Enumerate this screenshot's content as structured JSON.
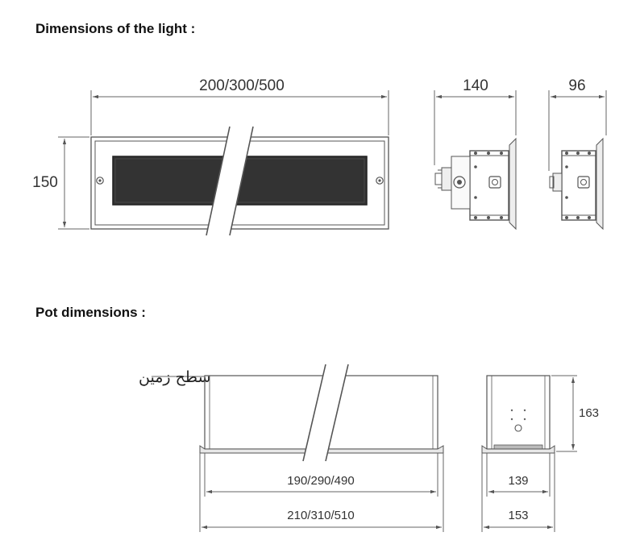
{
  "headings": {
    "light": "Dimensions of the light :",
    "pot": "Pot dimensions :"
  },
  "light": {
    "front_length": "200/300/500",
    "front_height": "150",
    "side_depth_a": "140",
    "side_depth_b": "96"
  },
  "pot": {
    "ground_label": "سطح زمین",
    "inner_length": "190/290/490",
    "outer_length": "210/310/510",
    "height": "163",
    "inner_width": "139",
    "outer_width": "153"
  },
  "colors": {
    "line": "#555555",
    "lens": "#333333",
    "text": "#111111"
  }
}
